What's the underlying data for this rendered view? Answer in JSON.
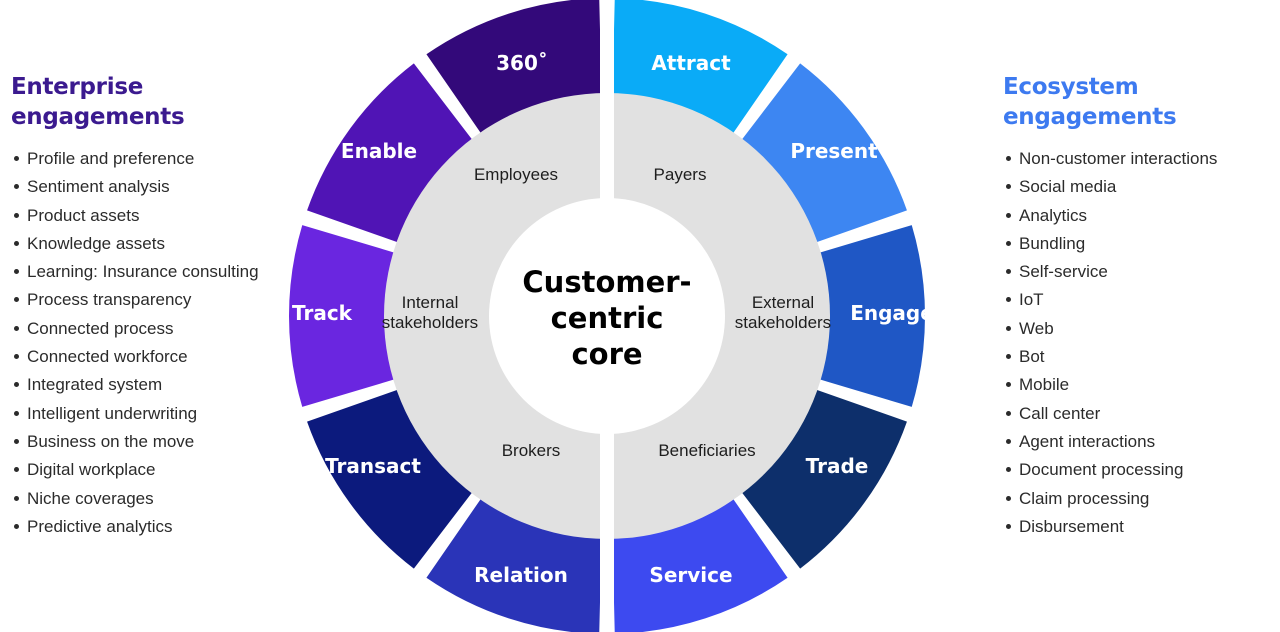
{
  "enterprise": {
    "title_line1": "Enterprise",
    "title_line2": "engagements",
    "items": [
      "Profile and preference",
      "Sentiment analysis",
      "Product assets",
      "Knowledge assets",
      "Learning: Insurance consulting",
      "Process transparency",
      "Connected process",
      "Connected workforce",
      "Integrated system",
      "Intelligent underwriting",
      "Business on the move",
      "Digital workplace",
      "Niche coverages",
      "Predictive analytics"
    ]
  },
  "ecosystem": {
    "title_line1": "Ecosystem",
    "title_line2": "engagements",
    "items": [
      "Non-customer interactions",
      "Social media",
      "Analytics",
      "Bundling",
      "Self-service",
      "IoT",
      "Web",
      "Bot",
      "Mobile",
      "Call center",
      "Agent interactions",
      "Document processing",
      "Claim processing",
      "Disbursement"
    ]
  },
  "wheel": {
    "segments": [
      {
        "name": "attract",
        "label": "Attract",
        "color": "#0aabf7"
      },
      {
        "name": "present",
        "label": "Present",
        "color": "#3d86f2"
      },
      {
        "name": "engage",
        "label": "Engage",
        "color": "#1f57c5"
      },
      {
        "name": "trade",
        "label": "Trade",
        "color": "#0d2f6b"
      },
      {
        "name": "service",
        "label": "Service",
        "color": "#3d4af0"
      },
      {
        "name": "relation",
        "label": "Relation",
        "color": "#2a34b8"
      },
      {
        "name": "transact",
        "label": "Transact",
        "color": "#0c1a7d"
      },
      {
        "name": "track",
        "label": "Track",
        "color": "#6a26e0"
      },
      {
        "name": "enable",
        "label": "Enable",
        "color": "#5014b5"
      },
      {
        "name": "360",
        "label": "360˚",
        "color": "#33097a"
      }
    ],
    "ring": {
      "employees": "Employees",
      "payers": "Payers",
      "internal_line1": "Internal",
      "internal_line2": "stakeholders",
      "external_line1": "External",
      "external_line2": "stakeholders",
      "brokers": "Brokers",
      "beneficiaries": "Beneficiaries",
      "color": "#e1e1e1"
    },
    "core": {
      "line1": "Customer-",
      "line2": "centric",
      "line3": "core"
    }
  }
}
